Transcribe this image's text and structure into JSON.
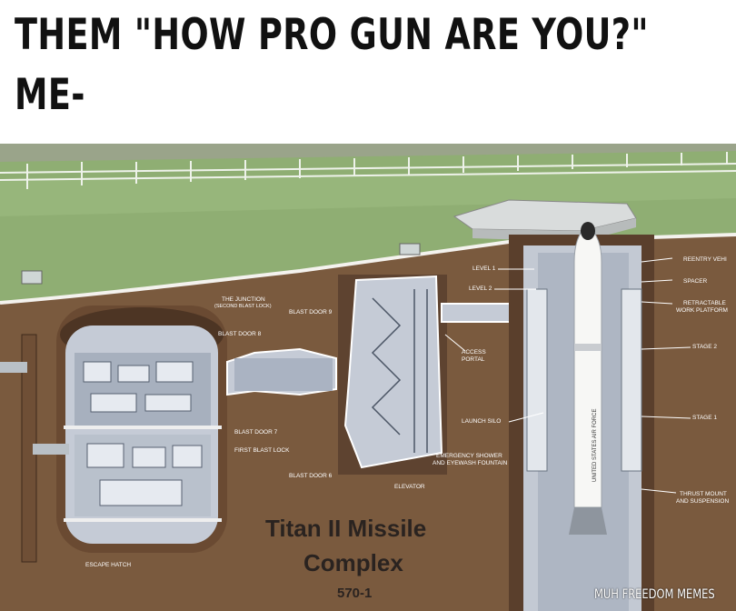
{
  "meme": {
    "line1": "THEM \"HOW PRO GUN ARE YOU?\"",
    "line2": "ME-"
  },
  "diagram": {
    "title_line1": "Titan II Missile",
    "title_line2": "Complex",
    "number": "570-1",
    "labels": {
      "level1": "LEVEL 1",
      "level2": "LEVEL 2",
      "junction": "THE JUNCTION",
      "second_blast_lock": "(SECOND BLAST LOCK)",
      "blast_door_9": "BLAST DOOR 9",
      "blast_door_8": "BLAST DOOR 8",
      "access_portal_1": "ACCESS",
      "access_portal_2": "PORTAL",
      "launch_silo": "LAUNCH SILO",
      "blast_door_7": "BLAST DOOR 7",
      "first_blast_lock": "FIRST BLAST LOCK",
      "emergency_1": "EMERGENCY SHOWER",
      "emergency_2": "AND EYEWASH FOUNTAIN",
      "blast_door_6": "BLAST DOOR 6",
      "elevator": "ELEVATOR",
      "escape_hatch": "ESCAPE HATCH",
      "reentry": "REENTRY VEHI",
      "spacer": "SPACER",
      "retractable_1": "RETRACTABLE",
      "retractable_2": "WORK PLATFORM",
      "stage2": "STAGE 2",
      "stage1": "STAGE 1",
      "thrust_1": "THRUST MOUNT",
      "thrust_2": "AND SUSPENSION",
      "missile_text": "UNITED STATES AIR FORCE"
    }
  },
  "watermark": "MUH FREEDOM MEMES"
}
